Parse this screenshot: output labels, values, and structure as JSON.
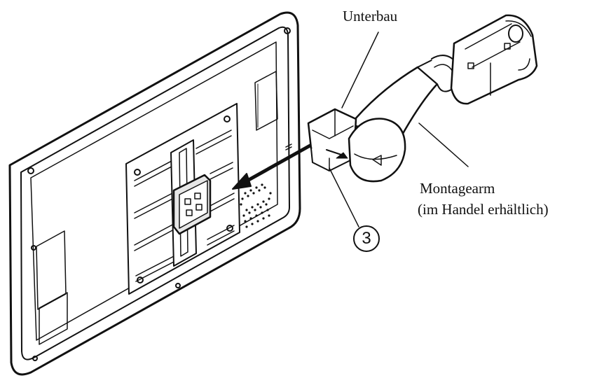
{
  "labels": {
    "base": "Unterbau",
    "mount_arm": "Montagearm",
    "mount_arm_note": "(im Handel erhältlich)",
    "step_number": "3"
  },
  "colors": {
    "line": "#111111",
    "fill": "#ffffff",
    "shade": "#e6e6e6"
  }
}
